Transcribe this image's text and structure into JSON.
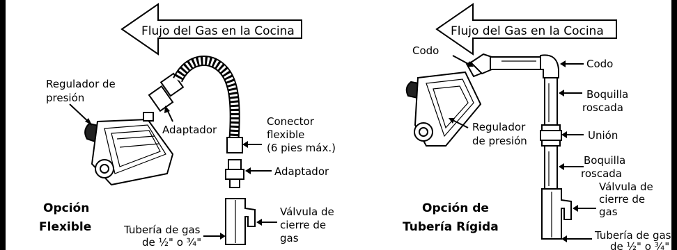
{
  "left": {
    "flow_arrow": "Flujo del Gas en la Cocina",
    "title_line1": "Opción",
    "title_line2": "Flexible",
    "regulator_line1": "Regulador de",
    "regulator_line2": "presión",
    "adapter_top": "Adaptador",
    "connector_line1": "Conector",
    "connector_line2": "flexible",
    "connector_line3": "(6 pies máx.)",
    "adapter_bottom": "Adaptador",
    "valve_line1": "Válvula de",
    "valve_line2": "cierre de",
    "valve_line3": "gas",
    "pipe_line1": "Tubería de gas",
    "pipe_line2": "de ½\" o ¾\""
  },
  "right": {
    "flow_arrow": "Flujo del Gas en la Cocina",
    "title_line1": "Opción de",
    "title_line2": "Tubería Rígida",
    "elbow_left": "Codo",
    "elbow_right": "Codo",
    "nipple_top_line1": "Boquilla",
    "nipple_top_line2": "roscada",
    "regulator_line1": "Regulador",
    "regulator_line2": "de presión",
    "union": "Unión",
    "nipple_bottom_line1": "Boquilla",
    "nipple_bottom_line2": "roscada",
    "valve_line1": "Válvula de",
    "valve_line2": "cierre de",
    "valve_line3": "gas",
    "pipe_line1": "Tubería de gas",
    "pipe_line2": "de ½\" o ¾\""
  }
}
